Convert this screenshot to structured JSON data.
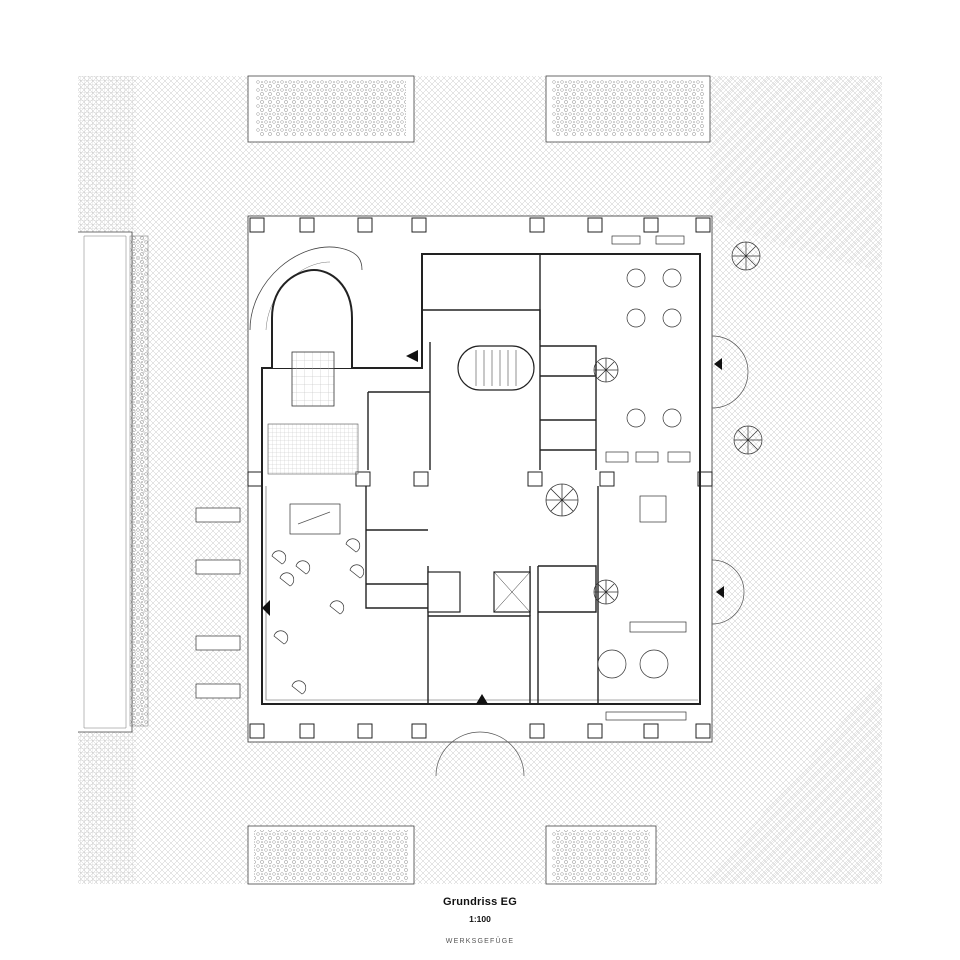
{
  "drawing": {
    "title": "Grundriss EG",
    "scale": "1:100",
    "studio": "WERKSGEFÜGE"
  },
  "colors": {
    "line": "#222222",
    "hatch": "#c8c8c8",
    "paper": "#ffffff",
    "planting": "#8a8a8a"
  },
  "icons": [
    "entrance-arrow-icon",
    "stair-icon",
    "tree-icon",
    "table-icon",
    "chair-icon",
    "umbrella-icon"
  ]
}
